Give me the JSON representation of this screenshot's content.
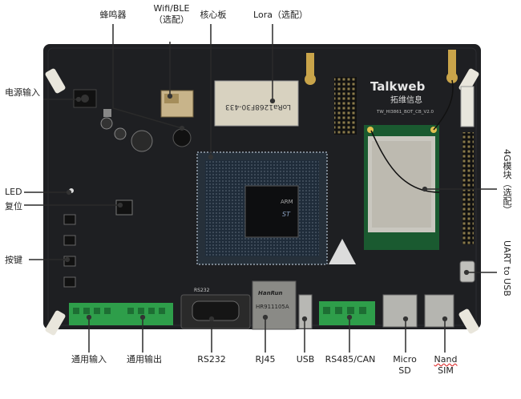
{
  "labels": {
    "buzzer": "蜂鸣器",
    "wifi_line1": "Wifi/BLE",
    "wifi_line2": "（选配）",
    "core_board": "核心板",
    "lora": "Lora（选配）",
    "power_input": "电源输入",
    "led": "LED",
    "reset": "复位",
    "keys": "按键",
    "module_4g": "4G模块（选配）",
    "uart_usb": "UART to USB",
    "gpio_in": "通用输入",
    "gpio_out": "通用输出",
    "rs232": "RS232",
    "rj45": "RJ45",
    "usb": "USB",
    "rs485_can": "RS485/CAN",
    "micro_sd_line1": "Micro",
    "micro_sd_line2": "SD",
    "nand_sim_line1": "Nand",
    "nand_sim_line2": "SIM"
  },
  "board_text": {
    "brand": "Talkweb",
    "brand_cn": "拓维信息",
    "board_id": "TW_HI3861_BOT_CB_V2.0",
    "lora_chip": "LoRa1268F30-433",
    "rj45_brand": "HanRun",
    "rj45_part": "HR911105A",
    "rs232_silk": "RS232",
    "mcu_brand": "ARM",
    "mcu_logo": "ST"
  },
  "colors": {
    "pcb": "#1e1f22",
    "leader": "#2a2a2a",
    "terminal": "#2e9e4a",
    "module_4g": "#c9c7bf"
  }
}
